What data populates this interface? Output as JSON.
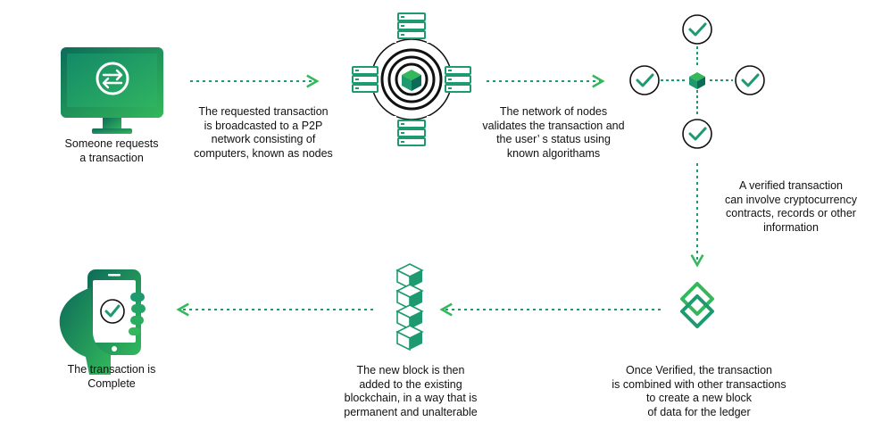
{
  "steps": [
    {
      "caption_lines": [
        "Someone requests",
        "a transaction"
      ]
    },
    {
      "caption_lines": [
        "The requested transaction",
        "is broadcasted to a P2P",
        "network consisting of",
        "computers, known as nodes"
      ]
    },
    {
      "caption_lines": [
        "The network of nodes",
        "validates the transaction and",
        "the user’ s status using",
        "known algorithams"
      ]
    },
    {
      "caption_lines": [
        "A verified transaction",
        "can involve cryptocurrency",
        "contracts,  records or other",
        "information"
      ]
    },
    {
      "caption_lines": [
        "Once Verified, the transaction",
        "is combined with other transactions",
        "to create a new block",
        "of data for the ledger"
      ]
    },
    {
      "caption_lines": [
        "The  new block is then",
        "added to the  existing",
        "blockchain, in a way that is",
        "permanent and unalterable"
      ]
    },
    {
      "caption_lines": [
        "The transaction is",
        "Complete"
      ]
    }
  ],
  "icons": {
    "request": "computer-exchange-icon",
    "network": "server-nodes-icon",
    "validate": "verified-checks-icon",
    "combine": "stacked-diamonds-icon",
    "blockchain": "chain-blocks-icon",
    "complete": "phone-check-icon"
  },
  "colors": {
    "primary": "#1d9a6f",
    "dark": "#0d6b59",
    "light": "#33b85c",
    "text": "#111111"
  }
}
